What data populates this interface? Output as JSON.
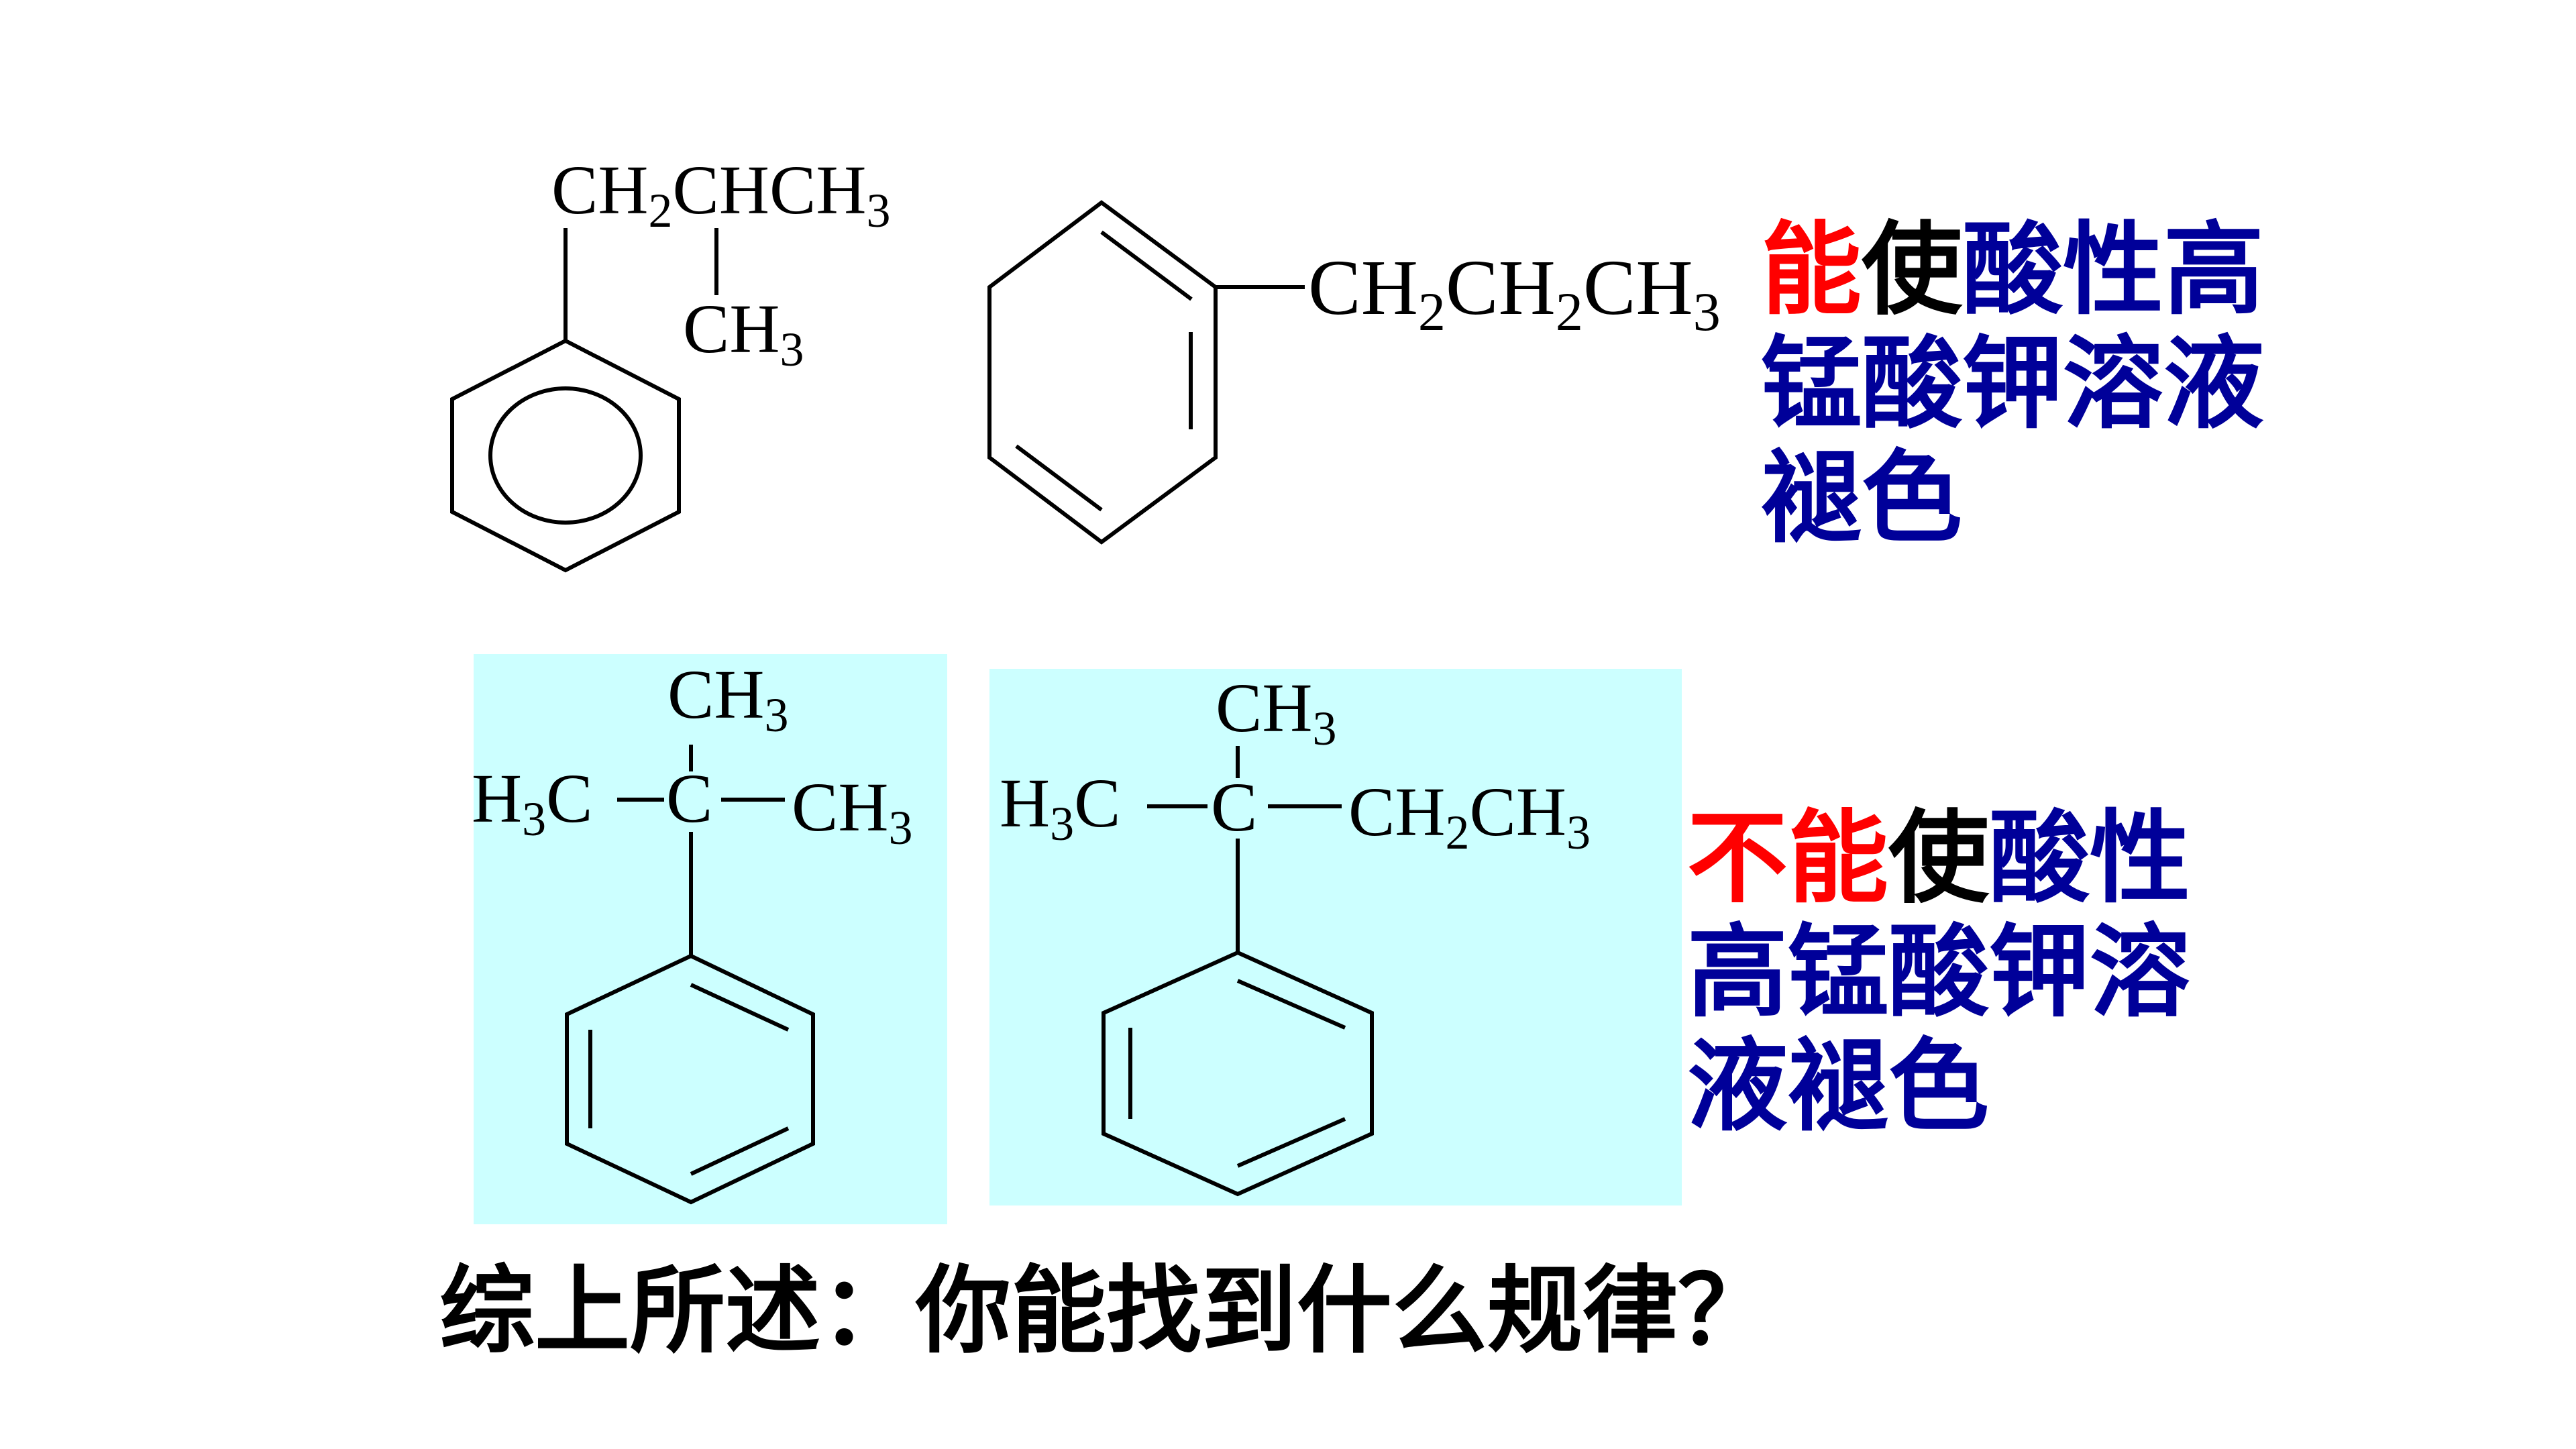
{
  "structures": {
    "isobutylbenzene": {
      "main_chain": [
        "CH",
        "2",
        "CHCH",
        "3"
      ],
      "branch": [
        "CH",
        "3"
      ]
    },
    "propylbenzene": {
      "chain": [
        "CH",
        "2",
        "CH",
        "2",
        "CH",
        "3"
      ]
    },
    "tert_butylbenzene": {
      "top": [
        "CH",
        "3"
      ],
      "left": [
        "H",
        "3",
        "C"
      ],
      "center": "C",
      "right": [
        "CH",
        "3"
      ]
    },
    "tert_pentylbenzene": {
      "top": [
        "CH",
        "3"
      ],
      "left": [
        "H",
        "3",
        "C"
      ],
      "center": "C",
      "right": [
        "CH",
        "2",
        "CH",
        "3"
      ]
    }
  },
  "statements": {
    "positive": {
      "part1": "能",
      "part2": "使",
      "part3": "酸性高锰酸钾溶液褪色"
    },
    "negative": {
      "part1": "不能",
      "part2": "使",
      "part3": "酸性高锰酸钾溶液褪色"
    }
  },
  "question": "综上所述：你能找到什么规律？",
  "colors": {
    "highlight": "#ccffff",
    "keyword": "#ff0000",
    "verb": "#000000",
    "text": "#000099"
  }
}
